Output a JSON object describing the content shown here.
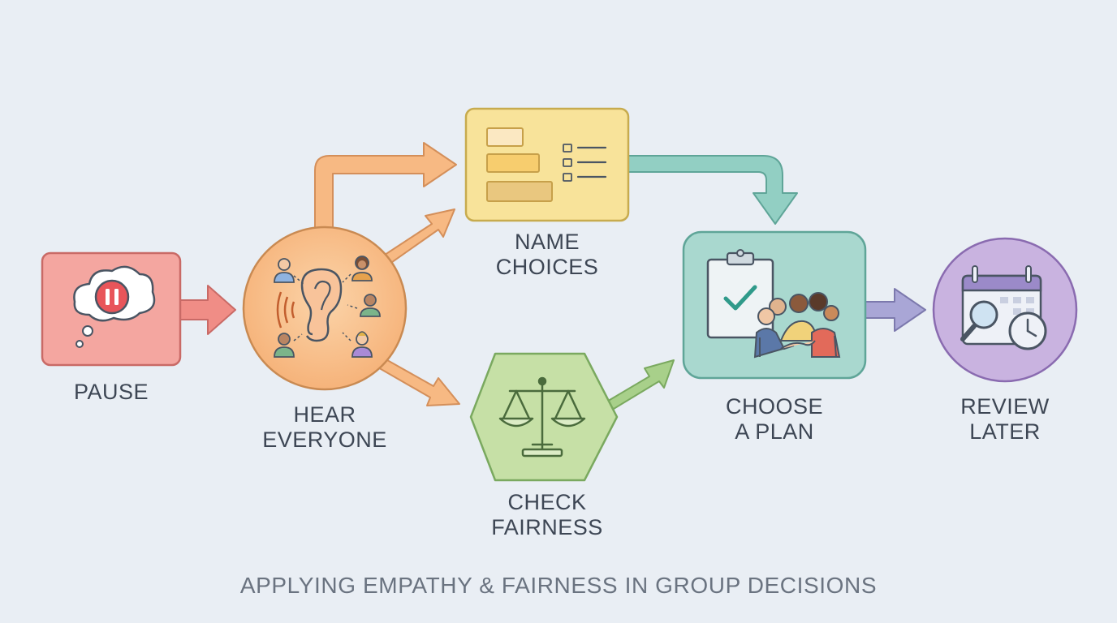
{
  "steps": {
    "pause": {
      "line1": "PAUSE"
    },
    "hear": {
      "line1": "HEAR",
      "line2": "EVERYONE"
    },
    "name": {
      "line1": "NAME",
      "line2": "CHOICES"
    },
    "check": {
      "line1": "CHECK",
      "line2": "FAIRNESS"
    },
    "choose": {
      "line1": "CHOOSE",
      "line2": "A PLAN"
    },
    "review": {
      "line1": "REVIEW",
      "line2": "LATER"
    }
  },
  "caption": "APPLYING EMPATHY & FAIRNESS IN GROUP DECISIONS",
  "colors": {
    "background": "#e9eef4",
    "pause": "#f4a6a0",
    "hear": "#f8c391",
    "name": "#f8e39a",
    "check": "#c6e0a6",
    "choose": "#a9d8cf",
    "review": "#c9b3e0",
    "outline": "#4a5563"
  }
}
